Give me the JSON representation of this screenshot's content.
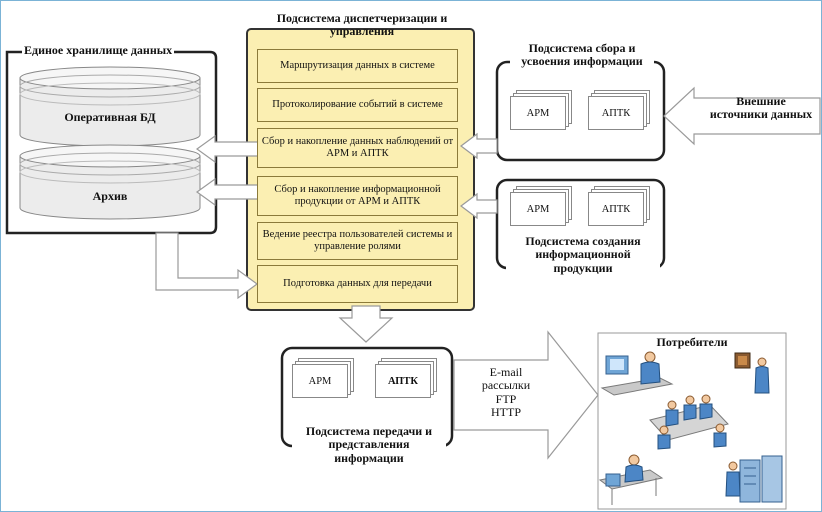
{
  "diagram": {
    "dispatch": {
      "title": "Подсистема диспетчеризации и управления",
      "modules": [
        "Маршрутизация данных в системе",
        "Протоколирование событий в системе",
        "Сбор и накопление данных наблюдений от АРМ и АПТК",
        "Сбор и накопление информационной продукции от АРМ и АПТК",
        "Ведение реестра пользователей системы и управление ролями",
        "Подготовка данных для передачи"
      ]
    },
    "storage": {
      "title": "Единое хранилище данных",
      "db1": "Оперативная БД",
      "db2": "Архив"
    },
    "collection": {
      "title": "Подсистема сбора и усвоения информации",
      "box1": "АРМ",
      "box2": "АПТК"
    },
    "external": {
      "title": "Внешние источники данных"
    },
    "production": {
      "title": "Подсистема создания информационной продукции",
      "box1": "АРМ",
      "box2": "АПТК"
    },
    "transfer": {
      "title": "Подсистема передачи и представления информации",
      "box1": "АРМ",
      "box2": "АПТК"
    },
    "protocols": [
      "E-mail рассылки",
      "FTP",
      "HTTP"
    ],
    "consumers": {
      "title": "Потребители"
    }
  },
  "colors": {
    "dispatch_fill": "#fbefb2",
    "module_fill": "#fbefb2",
    "frame_border": "#7bb3d6",
    "arrow_fill": "#ffffff",
    "arrow_stroke": "#9a9a9a"
  }
}
